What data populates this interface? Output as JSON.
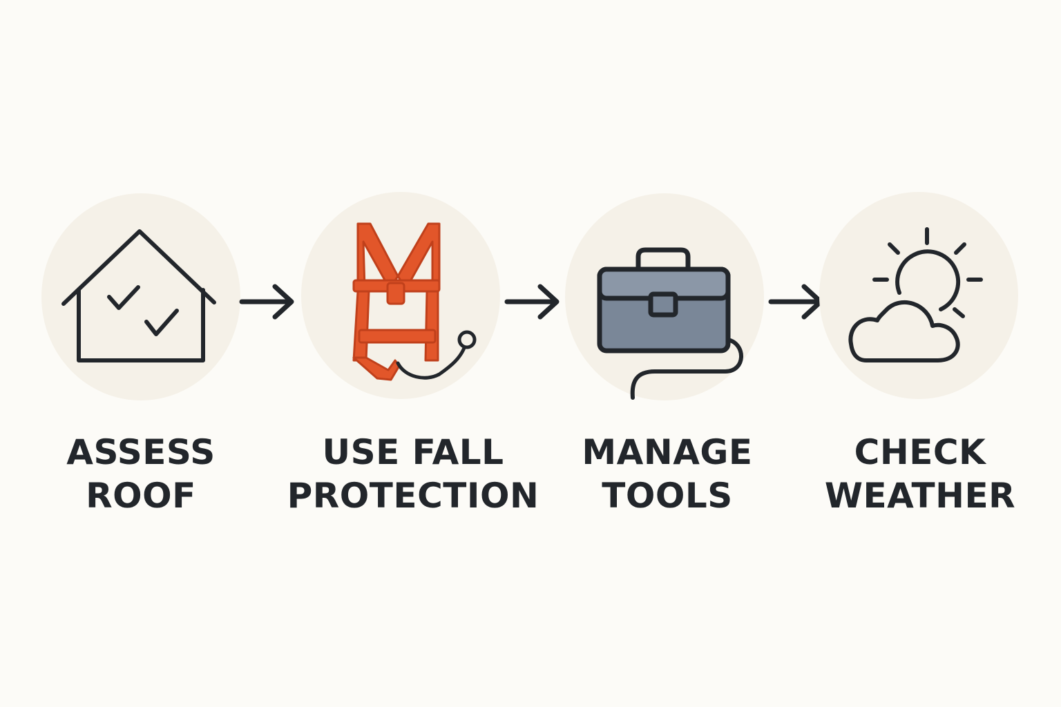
{
  "steps": [
    {
      "line1": "ASSESS",
      "line2": "ROOF",
      "icon": "house-check-icon"
    },
    {
      "line1": "USE FALL",
      "line2": "PROTECTION",
      "icon": "safety-harness-icon"
    },
    {
      "line1": "MANAGE",
      "line2": "TOOLS",
      "icon": "toolbox-icon"
    },
    {
      "line1": "CHECK",
      "line2": "WEATHER",
      "icon": "sun-cloud-icon"
    }
  ],
  "colors": {
    "background": "#fcfbf7",
    "circle": "#f5f1e8",
    "ink": "#22262b",
    "harness": "#e2562a",
    "toolbox": "#7a8798"
  }
}
